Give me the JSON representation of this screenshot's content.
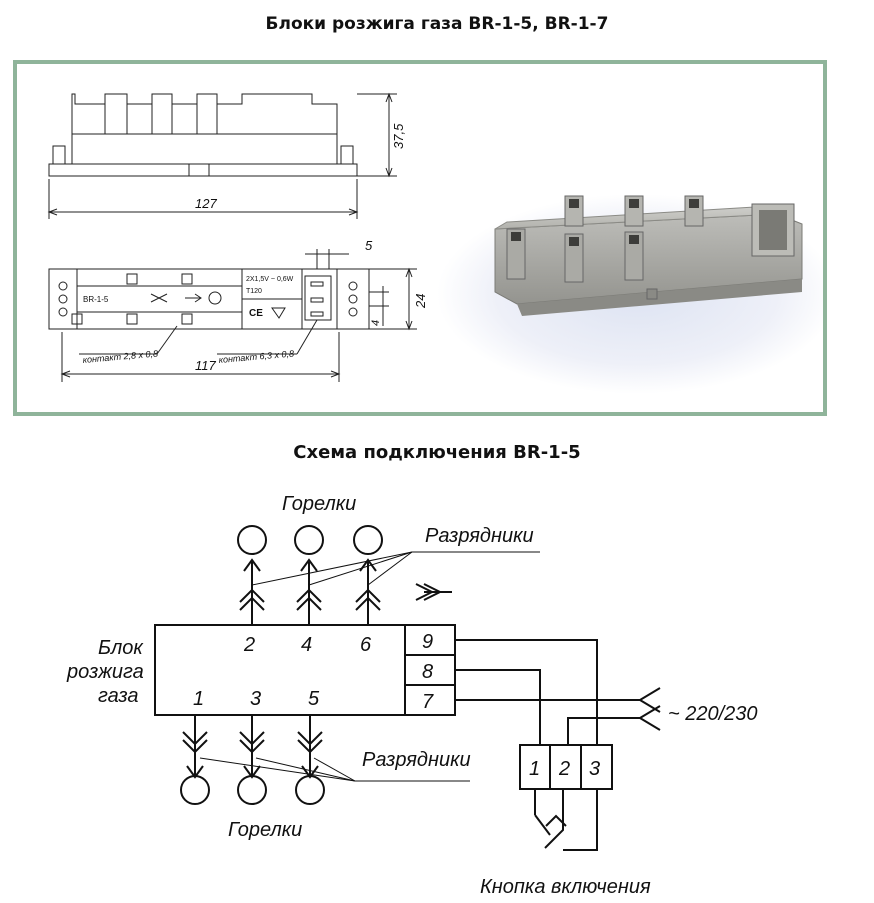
{
  "titles": {
    "blocks": "Блоки розжига газа BR-1-5, BR-1-7",
    "scheme": "Схема подключения BR-1-5"
  },
  "drawing": {
    "dim_height": "37,5",
    "dim_length_top": "127",
    "dim_5": "5",
    "dim_24": "24",
    "dim_4": "4",
    "dim_length_bottom": "117",
    "model": "BR-1-5",
    "rating": "2X1,5V ~ 0,6W",
    "temp": "T120",
    "contact_small": "контакт 2,8 x 0,8",
    "contact_large": "контакт 6,3 x 0,8",
    "ce_mark": "CE"
  },
  "schematic": {
    "block_label": [
      "Блок",
      "розжига",
      "газа"
    ],
    "burners_top": "Горелки",
    "burners_bottom": "Горелки",
    "arresters_top": "Разрядники",
    "arresters_bottom": "Разрядники",
    "outputs_top": [
      "2",
      "4",
      "6"
    ],
    "outputs_bottom": [
      "1",
      "3",
      "5"
    ],
    "terminals": [
      "9",
      "8",
      "7"
    ],
    "switch_terminals": [
      "1",
      "2",
      "3"
    ],
    "supply": "~ 220/230",
    "button": "Кнопка включения"
  },
  "colors": {
    "frame_border": "#8fb49a",
    "line": "#111111",
    "body_gray": "#a9a9a6"
  }
}
